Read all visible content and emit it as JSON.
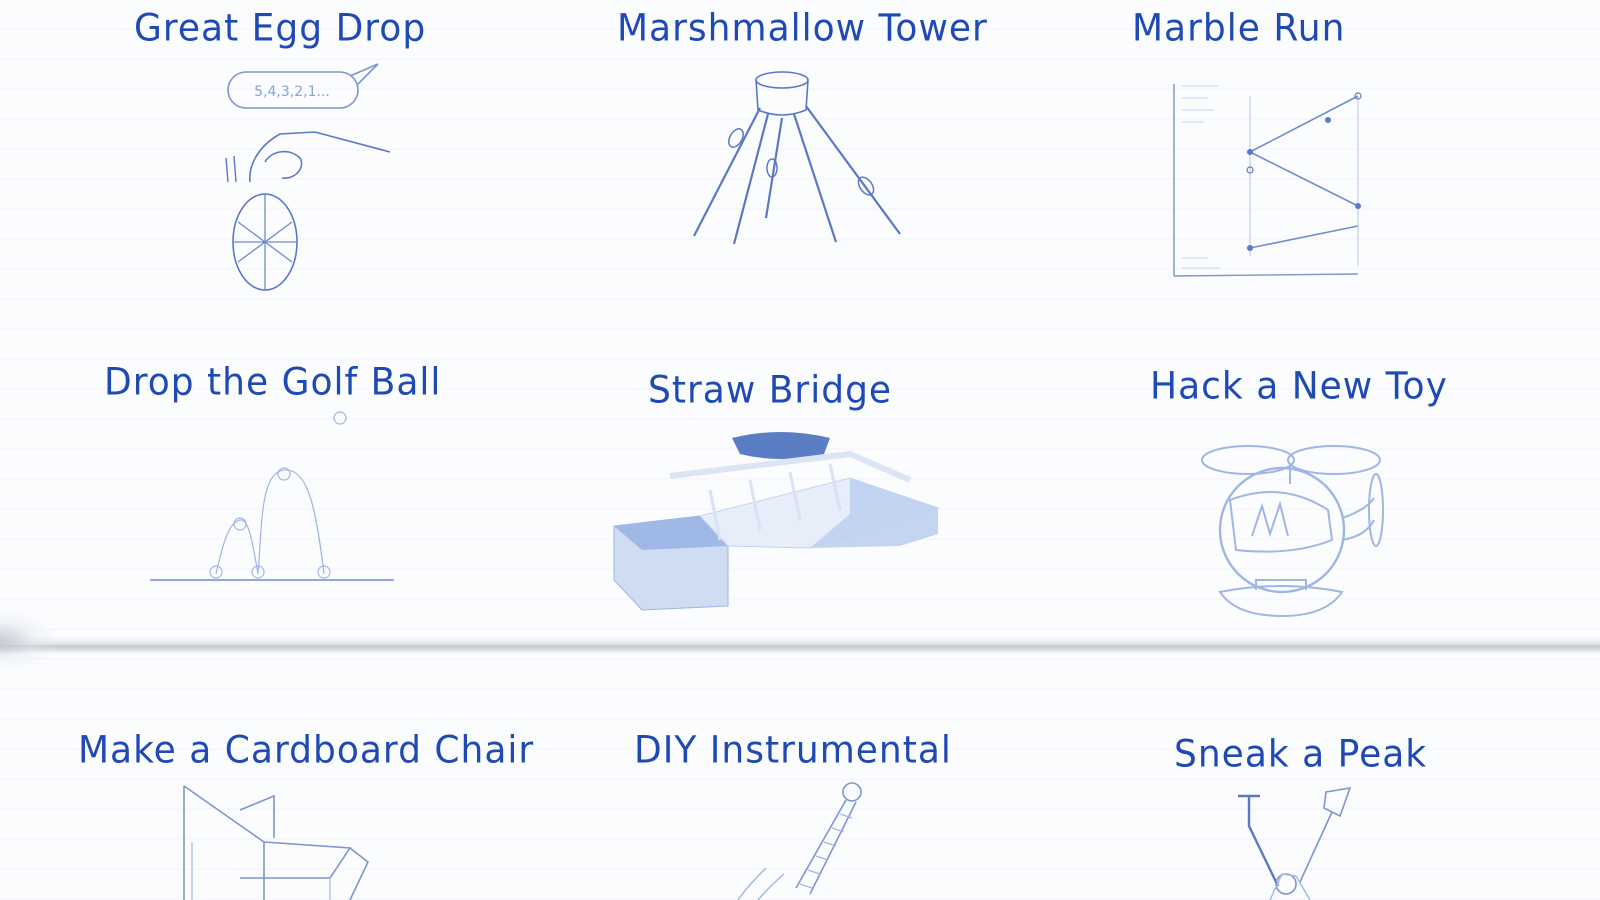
{
  "activities": [
    {
      "title": "Great Egg Drop",
      "countdown": "5,4,3,2,1...",
      "icon": "egg-drop-sketch"
    },
    {
      "title": "Marshmallow Tower",
      "icon": "marshmallow-tower-sketch"
    },
    {
      "title": "Marble Run",
      "icon": "marble-run-sketch"
    },
    {
      "title": "Drop the Golf Ball",
      "icon": "bouncing-ball-sketch"
    },
    {
      "title": "Straw Bridge",
      "icon": "straw-bridge-sketch"
    },
    {
      "title": "Hack a New Toy",
      "icon": "helicopter-toy-sketch"
    },
    {
      "title": "Make a Cardboard Chair",
      "icon": "cardboard-chair-sketch"
    },
    {
      "title": "DIY Instrumental",
      "icon": "guitar-sketch"
    },
    {
      "title": "Sneak a Peak",
      "icon": "periscope-sketch"
    }
  ],
  "colors": {
    "ink": "#1f49b3",
    "sketch": "#4b6fc0",
    "sketch_light": "#9fb6e3",
    "paper": "#fbfcfe"
  }
}
